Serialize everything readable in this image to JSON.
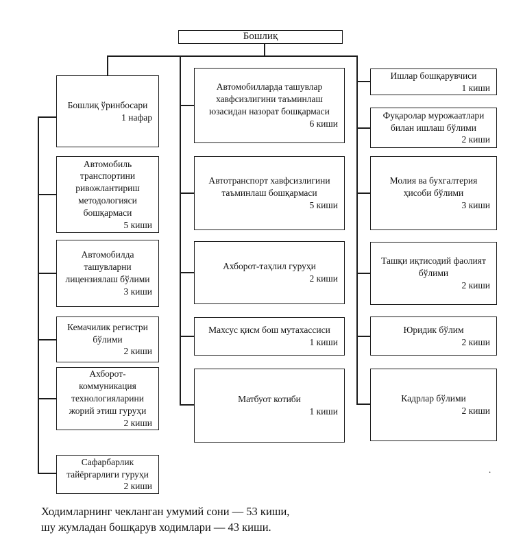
{
  "top": {
    "title": "Бошлиқ"
  },
  "left_column": [
    {
      "title": "Бошлиқ ўринбосари",
      "count": "1 нафар"
    },
    {
      "title": "Автомобиль транспортини ривожлантириш методологияси бошқармаси",
      "count": "5 киши"
    },
    {
      "title": "Автомобилда ташувларни лицензиялаш бўлими",
      "count": "3 киши"
    },
    {
      "title": "Кемачилик регистри бўлими",
      "count": "2 киши"
    },
    {
      "title": "Ахборот-коммуникация технологияларини жорий этиш гуруҳи",
      "count": "2 киши"
    },
    {
      "title": "Сафарбарлик тайёргарлиги гуруҳи",
      "count": "2 киши"
    }
  ],
  "middle_column": [
    {
      "title": "Автомобилларда ташувлар хавфсизлигини таъминлаш юзасидан назорат бошқармаси",
      "count": "6 киши"
    },
    {
      "title": "Автотранспорт хавфсизлигини таъминлаш бошқармаси",
      "count": "5 киши"
    },
    {
      "title": "Ахборот-таҳлил гуруҳи",
      "count": "2 киши"
    },
    {
      "title": "Махсус қисм бош мутахассиси",
      "count": "1 киши"
    },
    {
      "title": "Матбуот котиби",
      "count": "1 киши"
    }
  ],
  "right_column": [
    {
      "title": "Ишлар бошқарувчиси",
      "count": "1 киши"
    },
    {
      "title": "Фуқаролар мурожаатлари билан ишлаш бўлими",
      "count": "2 киши"
    },
    {
      "title": "Молия ва бухгалтерия ҳисоби бўлими",
      "count": "3 киши"
    },
    {
      "title": "Ташқи иқтисодий фаолият бўлими",
      "count": "2 киши"
    },
    {
      "title": "Юридик бўлим",
      "count": "2 киши"
    },
    {
      "title": "Кадрлар бўлими",
      "count": "2 киши"
    }
  ],
  "footer": {
    "line1": "Ходимларнинг чекланган умумий сони — 53 киши,",
    "line2": "шу жумладан бошқарув ходимлари — 43 киши."
  },
  "stray_dot": "."
}
